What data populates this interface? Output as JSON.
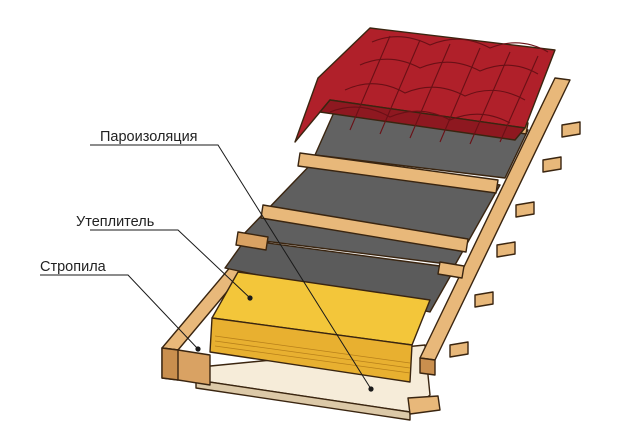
{
  "labels": {
    "vapor_barrier": "Пароизоляция",
    "insulation": "Утеплитель",
    "rafters": "Стропила"
  },
  "colors": {
    "tile": "#b0202a",
    "tile_dark": "#7a1219",
    "membrane": "#5f5f5f",
    "wood": "#e8b87a",
    "wood_dark": "#c98f4e",
    "insulation": "#f3c63a",
    "board": "#f6ecd9"
  },
  "icons": [
    "roof-layers-illustration"
  ]
}
